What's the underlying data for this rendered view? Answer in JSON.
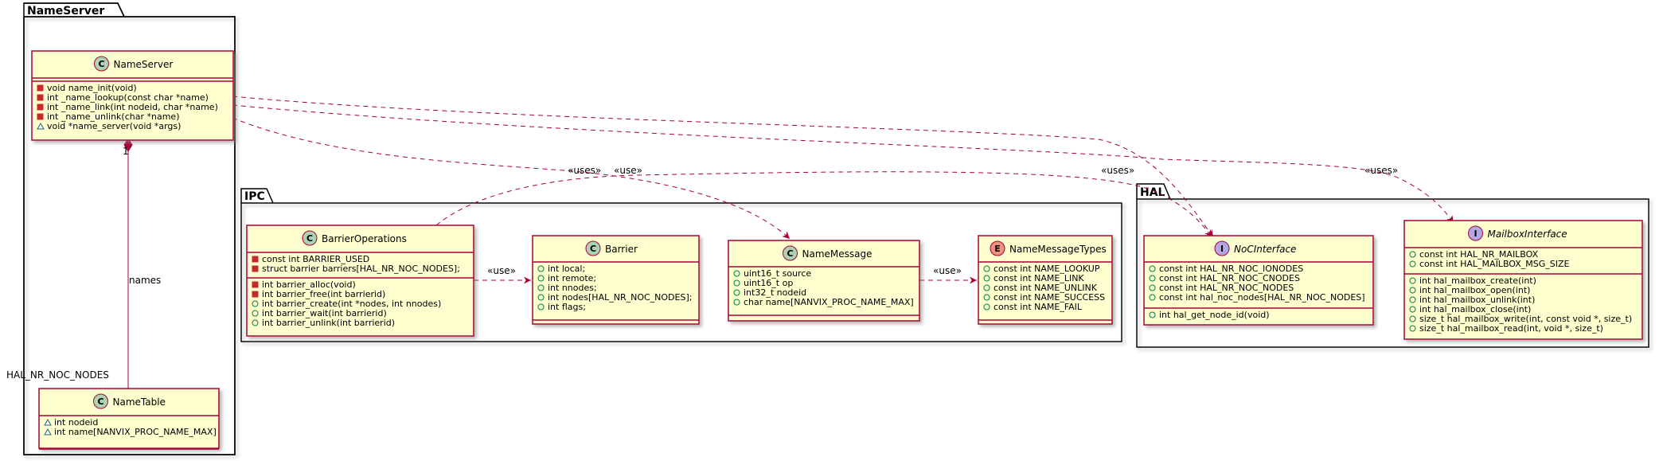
{
  "packages": {
    "nameserver": "NameServer",
    "ipc": "IPC",
    "hal": "HAL"
  },
  "classes": {
    "NameServer": {
      "name": "NameServer",
      "stereotype": "C",
      "color": "#ADD1B2",
      "methods": [
        {
          "vis": "private",
          "text": "void name_init(void)"
        },
        {
          "vis": "private",
          "text": "int _name_lookup(const char *name)"
        },
        {
          "vis": "private",
          "text": "int _name_link(int nodeid, char *name)"
        },
        {
          "vis": "private",
          "text": "int _name_unlink(char *name)"
        },
        {
          "vis": "package",
          "text": "void *name_server(void *args)"
        }
      ]
    },
    "NameTable": {
      "name": "NameTable",
      "stereotype": "C",
      "color": "#ADD1B2",
      "fields": [
        {
          "vis": "package",
          "text": "int nodeid"
        },
        {
          "vis": "package",
          "text": "int name[NANVIX_PROC_NAME_MAX]"
        }
      ]
    },
    "BarrierOperations": {
      "name": "BarrierOperations",
      "stereotype": "C",
      "color": "#ADD1B2",
      "fields": [
        {
          "vis": "private",
          "text": "const int BARRIER_USED"
        },
        {
          "vis": "private",
          "text": "struct barrier barriers[HAL_NR_NOC_NODES];"
        }
      ],
      "methods": [
        {
          "vis": "private",
          "text": "int barrier_alloc(void)"
        },
        {
          "vis": "private",
          "text": "int barrier_free(int barrierid)"
        },
        {
          "vis": "public",
          "text": "int barrier_create(int *nodes, int nnodes)"
        },
        {
          "vis": "public",
          "text": "int barrier_wait(int barrierid)"
        },
        {
          "vis": "public",
          "text": "int barrier_unlink(int barrierid)"
        }
      ]
    },
    "Barrier": {
      "name": "Barrier",
      "stereotype": "C",
      "color": "#ADD1B2",
      "fields": [
        {
          "vis": "public",
          "text": "int local;"
        },
        {
          "vis": "public",
          "text": "int remote;"
        },
        {
          "vis": "public",
          "text": "int nnodes;"
        },
        {
          "vis": "public",
          "text": "int nodes[HAL_NR_NOC_NODES];"
        },
        {
          "vis": "public",
          "text": "int flags;"
        }
      ]
    },
    "NameMessage": {
      "name": "NameMessage",
      "stereotype": "C",
      "color": "#ADD1B2",
      "fields": [
        {
          "vis": "public",
          "text": "uint16_t source"
        },
        {
          "vis": "public",
          "text": "uint16_t op"
        },
        {
          "vis": "public",
          "text": "int32_t nodeid"
        },
        {
          "vis": "public",
          "text": "char name[NANVIX_PROC_NAME_MAX]"
        }
      ]
    },
    "NameMessageTypes": {
      "name": "NameMessageTypes",
      "stereotype": "E",
      "color": "#EB937F",
      "fields": [
        {
          "vis": "public",
          "text": "const int NAME_LOOKUP"
        },
        {
          "vis": "public",
          "text": "const int NAME_LINK"
        },
        {
          "vis": "public",
          "text": "const int NAME_UNLINK"
        },
        {
          "vis": "public",
          "text": "const int NAME_SUCCESS"
        },
        {
          "vis": "public",
          "text": "const int NAME_FAIL"
        }
      ]
    },
    "NoCInterface": {
      "name": "NoCInterface",
      "stereotype": "I",
      "color": "#B4A7E5",
      "fields": [
        {
          "vis": "public",
          "text": "const int HAL_NR_NOC_IONODES"
        },
        {
          "vis": "public",
          "text": "const int HAL_NR_NOC_CNODES"
        },
        {
          "vis": "public",
          "text": "const int HAL_NR_NOC_NODES"
        },
        {
          "vis": "public",
          "text": "const int hal_noc_nodes[HAL_NR_NOC_NODES]"
        }
      ],
      "methods": [
        {
          "vis": "public",
          "text": "int hal_get_node_id(void)"
        }
      ]
    },
    "MailboxInterface": {
      "name": "MailboxInterface",
      "stereotype": "I",
      "color": "#B4A7E5",
      "fields": [
        {
          "vis": "public",
          "text": "const int HAL_NR_MAILBOX"
        },
        {
          "vis": "public",
          "text": "const int HAL_MAILBOX_MSG_SIZE"
        }
      ],
      "methods": [
        {
          "vis": "public",
          "text": "int hal_mailbox_create(int)"
        },
        {
          "vis": "public",
          "text": "int hal_mailbox_open(int)"
        },
        {
          "vis": "public",
          "text": "int hal_mailbox_unlink(int)"
        },
        {
          "vis": "public",
          "text": "int hal_mailbox_close(int)"
        },
        {
          "vis": "public",
          "text": "size_t hal_mailbox_write(int, const void *, size_t)"
        },
        {
          "vis": "public",
          "text": "size_t hal_mailbox_read(int, void *, size_t)"
        }
      ]
    }
  },
  "relations": {
    "names_label": "names",
    "multiplicity_one": "1",
    "multiplicity_table": "HAL_NR_NOC_NODES",
    "uses_1": "«uses»",
    "use_1": "«use»",
    "uses_2": "«uses»",
    "uses_3": "«uses»",
    "use_2": "«use»",
    "use_3": "«use»"
  },
  "colors": {
    "class_fill": "#FEFECE",
    "border": "#A80036",
    "class_badge": "#ADD1B2",
    "enum_badge": "#EB937F",
    "interface_badge": "#B4A7E5",
    "private_marker": "#C82930",
    "public_marker": "#84BE84",
    "package_marker": "#1963A0"
  }
}
